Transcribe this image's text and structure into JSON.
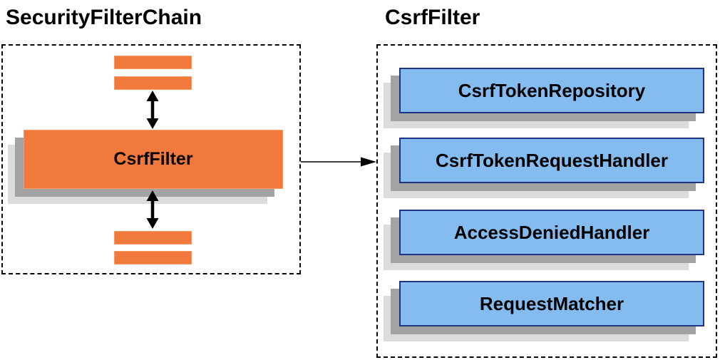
{
  "left_panel": {
    "title": "SecurityFilterChain",
    "filter_label": "CsrfFilter"
  },
  "right_panel": {
    "title": "CsrfFilter",
    "components": [
      {
        "label": "CsrfTokenRepository"
      },
      {
        "label": "CsrfTokenRequestHandler"
      },
      {
        "label": "AccessDeniedHandler"
      },
      {
        "label": "RequestMatcher"
      }
    ]
  },
  "colors": {
    "orange_fill": "#F2793D",
    "orange_border": "#F59B62",
    "blue_fill": "#85BCF0",
    "blue_border": "#1F3480",
    "shadow_dark": "#A3A3A3",
    "shadow_light": "#DCDCDC",
    "line": "#000000"
  }
}
